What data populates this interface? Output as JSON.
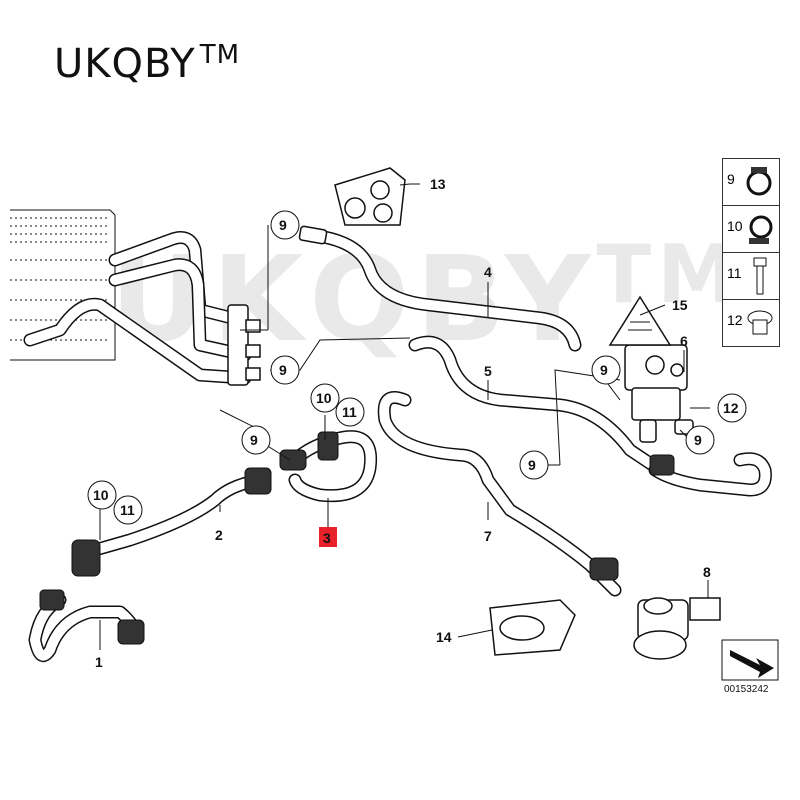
{
  "brand": {
    "name": "UKQBY",
    "tm": "TM"
  },
  "watermark": {
    "text": "UKQBY",
    "tm": "TM"
  },
  "parts": [
    "1",
    "2",
    "3",
    "4",
    "5",
    "6",
    "7",
    "8",
    "9",
    "10",
    "11",
    "12",
    "13",
    "14",
    "15"
  ],
  "highlight_part": "3",
  "highlight_color": "#e8212b",
  "legend": [
    "9",
    "10",
    "11",
    "12"
  ],
  "diagram_code": "00153242"
}
